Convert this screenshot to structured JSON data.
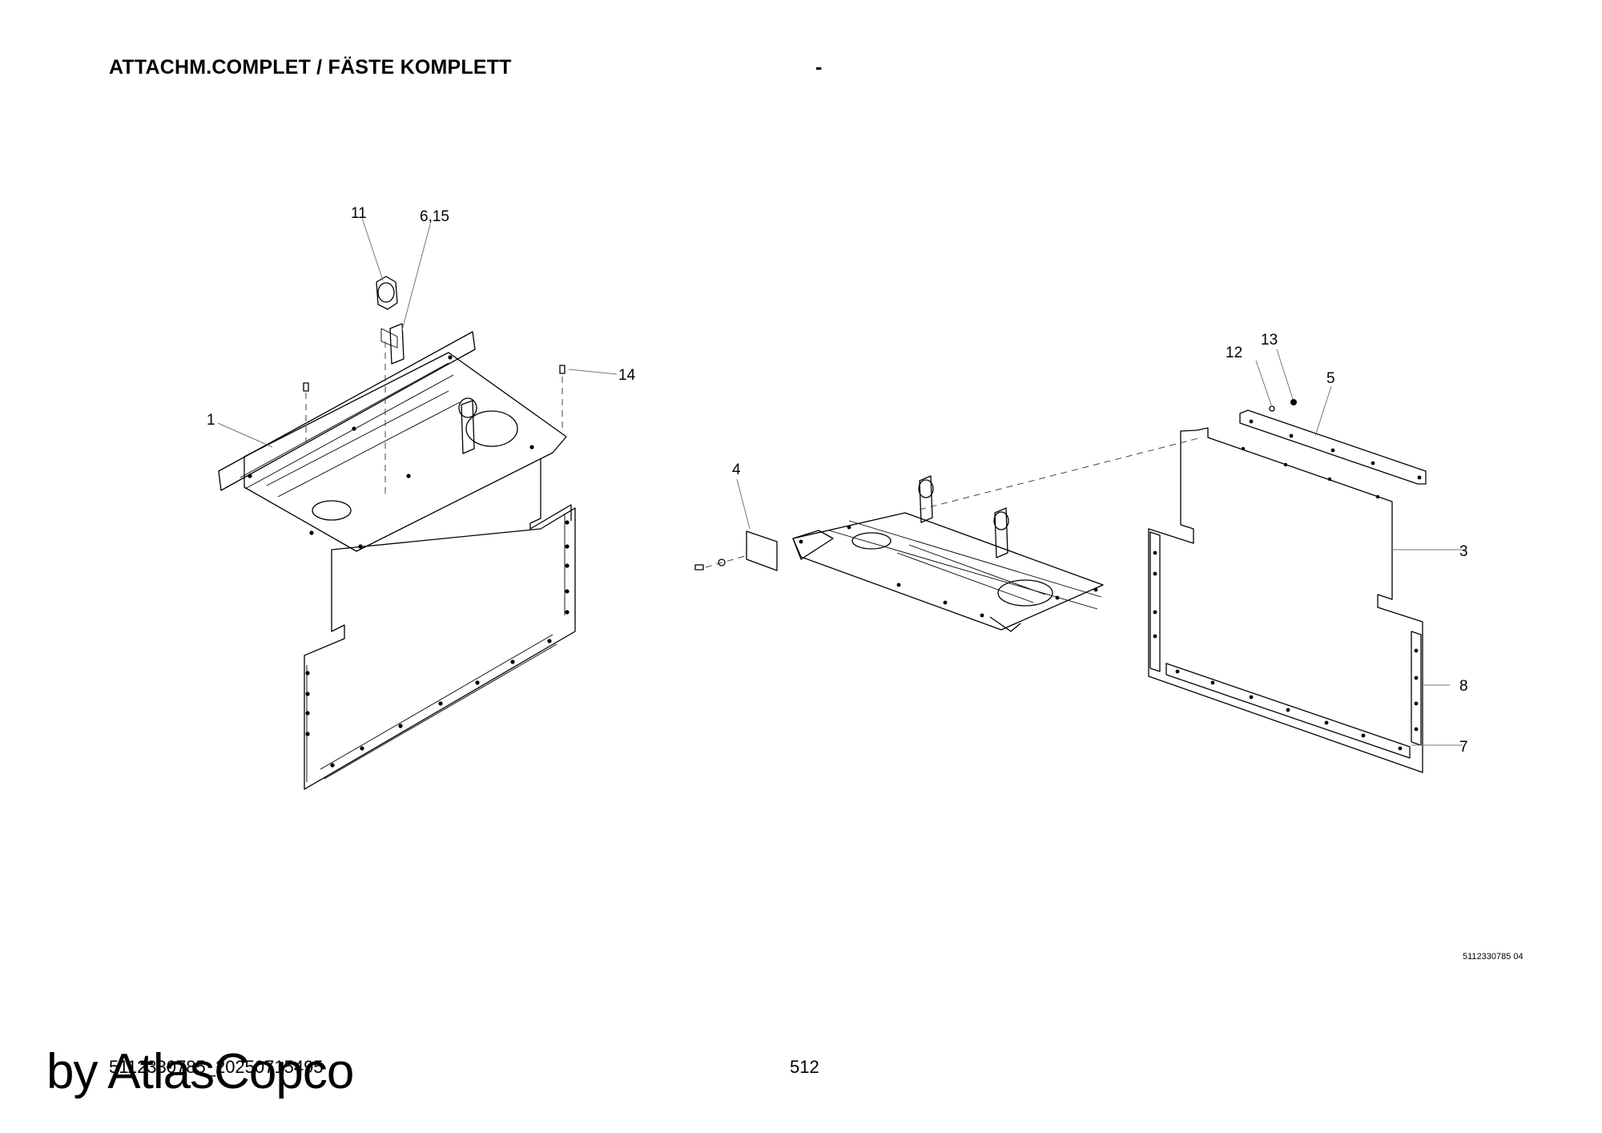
{
  "header": {
    "title": "ATTACHM.COMPLET / FÄSTE KOMPLETT",
    "dash": "-"
  },
  "callouts": {
    "c1": "1",
    "c11": "11",
    "c6_15": "6,15",
    "c14": "14",
    "c4": "4",
    "c12": "12",
    "c13": "13",
    "c5": "5",
    "c3": "3",
    "c8": "8",
    "c7": "7"
  },
  "drawing_ref": "5112330785 04",
  "footer": {
    "doc_number": "5112330785_20250715495",
    "page": "512",
    "watermark": "by AtlasCopco"
  }
}
